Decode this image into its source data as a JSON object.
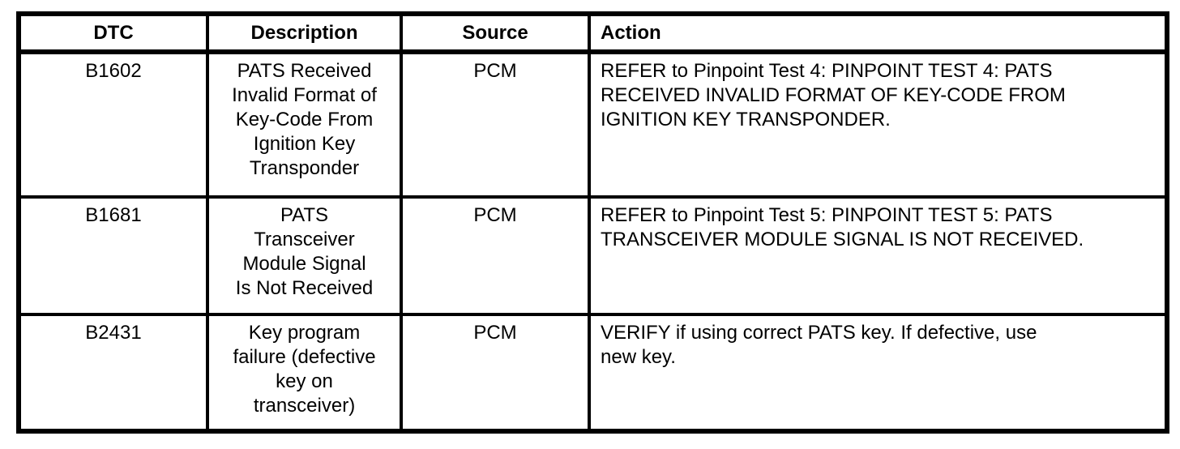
{
  "colors": {
    "border": "#000000",
    "background": "#ffffff",
    "text": "#000000"
  },
  "table": {
    "name": "pats-dtc-chart",
    "headers": {
      "dtc": "DTC",
      "description": "Description",
      "source": "Source",
      "action": "Action"
    },
    "rows": [
      {
        "dtc": "B1602",
        "description": "PATS Received\nInvalid Format of\nKey-Code From\nIgnition  Key\nTransponder",
        "source": "PCM",
        "action": "REFER to Pinpoint Test 4: PINPOINT TEST 4: PATS\nRECEIVED INVALID FORMAT OF KEY-CODE FROM\nIGNITION KEY TRANSPONDER."
      },
      {
        "dtc": "B1681",
        "description": "PATS\nTransceiver\nModule Signal\nIs Not Received",
        "source": "PCM",
        "action": "REFER to Pinpoint Test 5: PINPOINT TEST 5: PATS\nTRANSCEIVER MODULE SIGNAL IS NOT RECEIVED."
      },
      {
        "dtc": "B2431",
        "description": "Key program\nfailure (defective\nkey  on\ntransceiver)",
        "source": "PCM",
        "action": "VERIFY if using correct PATS key.  If defective, use\nnew key."
      }
    ]
  }
}
